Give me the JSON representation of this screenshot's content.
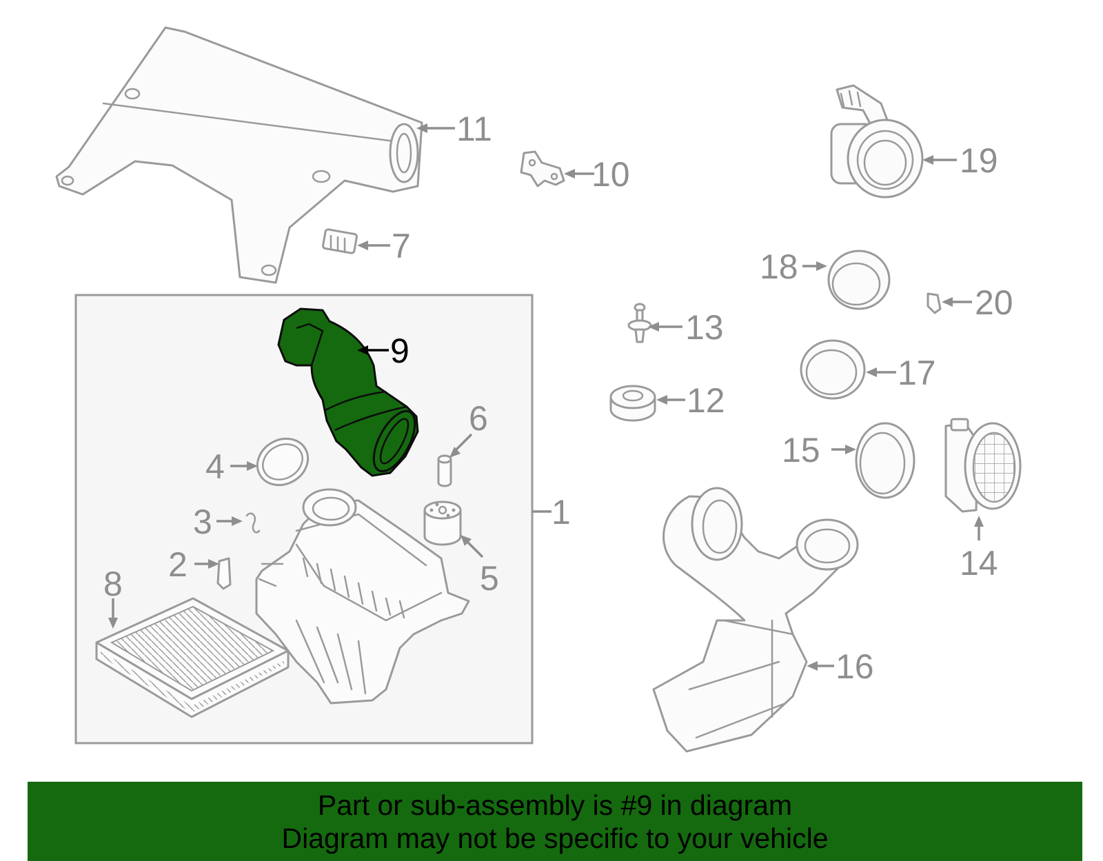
{
  "diagram": {
    "labels": {
      "p1": "1",
      "p2": "2",
      "p3": "3",
      "p4": "4",
      "p5": "5",
      "p6": "6",
      "p7": "7",
      "p8": "8",
      "p9": "9",
      "p10": "10",
      "p11": "11",
      "p12": "12",
      "p13": "13",
      "p14": "14",
      "p15": "15",
      "p16": "16",
      "p17": "17",
      "p18": "18",
      "p19": "19",
      "p20": "20"
    },
    "highlighted_part": "9",
    "highlight_color": "#156a0f"
  },
  "banner": {
    "line1": "Part or sub-assembly is #9 in diagram",
    "line2": "Diagram may not be specific to your vehicle",
    "background": "#156a0f"
  }
}
